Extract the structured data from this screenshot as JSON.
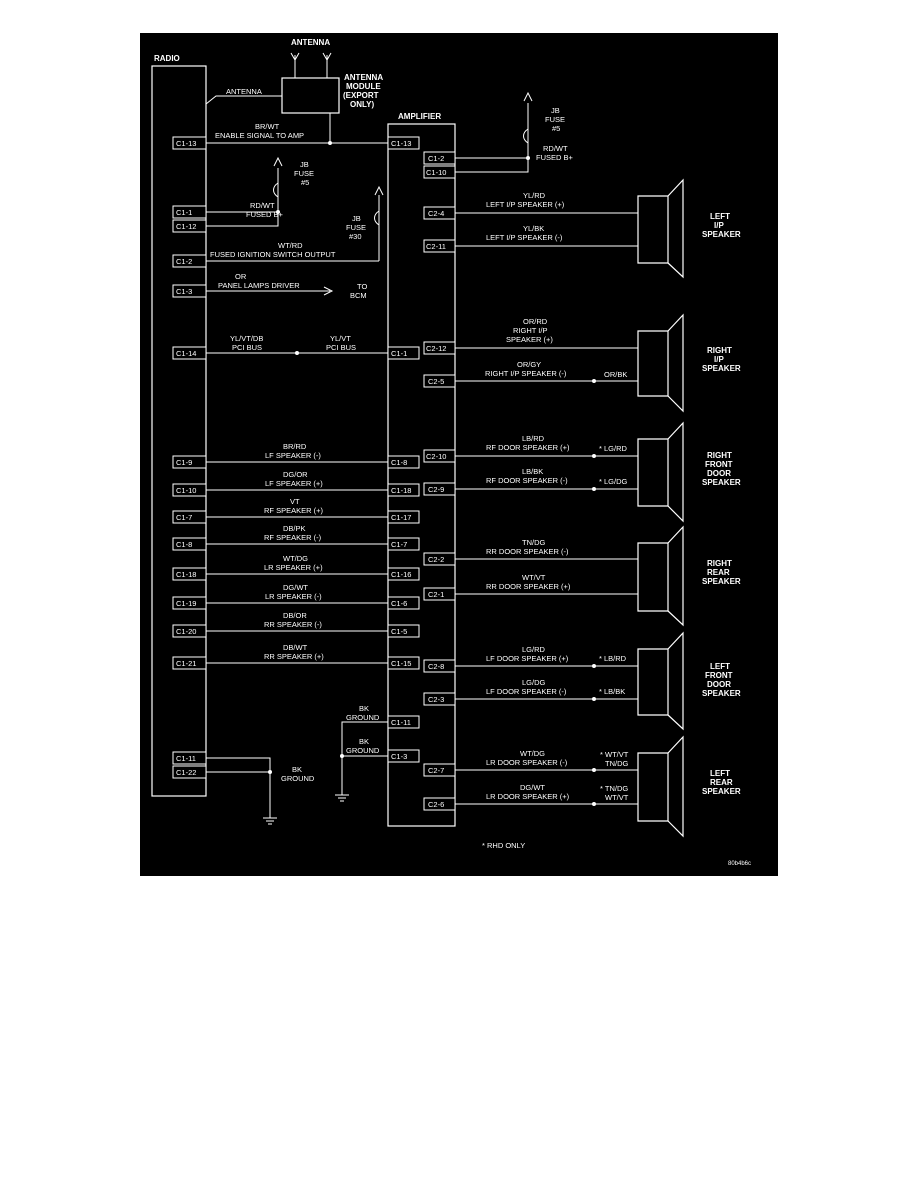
{
  "diagram": {
    "radio_label": "RADIO",
    "amplifier_label": "AMPLIFIER",
    "antenna_top_label": "ANTENNA",
    "antenna_wire_label": "ANTENNA",
    "antenna_module_label": [
      "ANTENNA",
      "MODULE",
      "(EXPORT",
      "ONLY)"
    ],
    "fuse_top": [
      "JB",
      "FUSE",
      "#5"
    ],
    "fuse_left": [
      "JB",
      "FUSE",
      "#5"
    ],
    "fuse_30": [
      "JB",
      "FUSE",
      "#30"
    ],
    "to_bcm": [
      "TO",
      "BCM"
    ],
    "rhd_note": "* RHD ONLY",
    "figure_code": "80b4b6c",
    "radio_connectors": [
      "C1-13",
      "C1-1",
      "C1-12",
      "C1-2",
      "C1-3",
      "C1-14",
      "C1-9",
      "C1-10",
      "C1-7",
      "C1-8",
      "C1-18",
      "C1-19",
      "C1-20",
      "C1-21",
      "C1-11",
      "C1-22"
    ],
    "amp_left_connectors": [
      "C1-13",
      "C1-1",
      "C1-8",
      "C1-18",
      "C1-17",
      "C1-7",
      "C1-16",
      "C1-6",
      "C1-5",
      "C1-15",
      "C1-11",
      "C1-3"
    ],
    "amp_right_connectors": [
      "C1-2",
      "C1-10",
      "C2-4",
      "C2-11",
      "C2-12",
      "C2-5",
      "C2-10",
      "C2-9",
      "C2-2",
      "C2-1",
      "C2-8",
      "C2-3",
      "C2-7",
      "C2-6"
    ],
    "left_wires": [
      [
        "BR/WT",
        "ENABLE SIGNAL TO AMP"
      ],
      [
        "RD/WT",
        "FUSED B+"
      ],
      [
        "WT/RD",
        "FUSED IGNITION SWITCH OUTPUT"
      ],
      [
        "OR",
        "PANEL LAMPS DRIVER"
      ],
      [
        "YL/VT/DB",
        "PCI BUS"
      ],
      [
        "YL/VT",
        "PCI BUS"
      ],
      [
        "BR/RD",
        "LF SPEAKER (-)"
      ],
      [
        "DG/OR",
        "LF SPEAKER (+)"
      ],
      [
        "VT",
        "RF SPEAKER (+)"
      ],
      [
        "DB/PK",
        "RF SPEAKER (-)"
      ],
      [
        "WT/DG",
        "LR SPEAKER (+)"
      ],
      [
        "DG/WT",
        "LR SPEAKER (-)"
      ],
      [
        "DB/OR",
        "RR SPEAKER (-)"
      ],
      [
        "DB/WT",
        "RR SPEAKER (+)"
      ],
      [
        "BK",
        "GROUND"
      ],
      [
        "BK",
        "GROUND"
      ],
      [
        "BK",
        "GROUND"
      ]
    ],
    "right_wires": [
      [
        "RD/WT",
        "FUSED B+"
      ],
      [
        "YL/RD",
        "LEFT I/P SPEAKER (+)"
      ],
      [
        "YL/BK",
        "LEFT I/P SPEAKER (-)"
      ],
      [
        "OR/RD",
        "RIGHT I/P",
        "SPEAKER (+)"
      ],
      [
        "OR/GY",
        "RIGHT I/P SPEAKER (-)"
      ],
      [
        "LB/RD",
        "RF DOOR SPEAKER (+)"
      ],
      [
        "LB/BK",
        "RF DOOR SPEAKER (-)"
      ],
      [
        "TN/DG",
        "RR DOOR SPEAKER (-)"
      ],
      [
        "WT/VT",
        "RR DOOR SPEAKER (+)"
      ],
      [
        "LG/RD",
        "LF DOOR SPEAKER (+)"
      ],
      [
        "LG/DG",
        "LF DOOR SPEAKER (-)"
      ],
      [
        "WT/DG",
        "LR DOOR SPEAKER (-)"
      ],
      [
        "DG/WT",
        "LR DOOR SPEAKER (+)"
      ]
    ],
    "rhd_labels": [
      "OR/BK",
      "* LG/RD",
      "* LG/DG",
      "* LB/RD",
      "* LB/BK",
      "* WT/VT",
      "TN/DG",
      "* TN/DG",
      "WT/VT"
    ],
    "speakers": [
      [
        "LEFT",
        "I/P",
        "SPEAKER"
      ],
      [
        "RIGHT",
        "I/P",
        "SPEAKER"
      ],
      [
        "RIGHT",
        "FRONT",
        "DOOR",
        "SPEAKER"
      ],
      [
        "RIGHT",
        "REAR",
        "SPEAKER"
      ],
      [
        "LEFT",
        "FRONT",
        "DOOR",
        "SPEAKER"
      ],
      [
        "LEFT",
        "REAR",
        "SPEAKER"
      ]
    ]
  }
}
